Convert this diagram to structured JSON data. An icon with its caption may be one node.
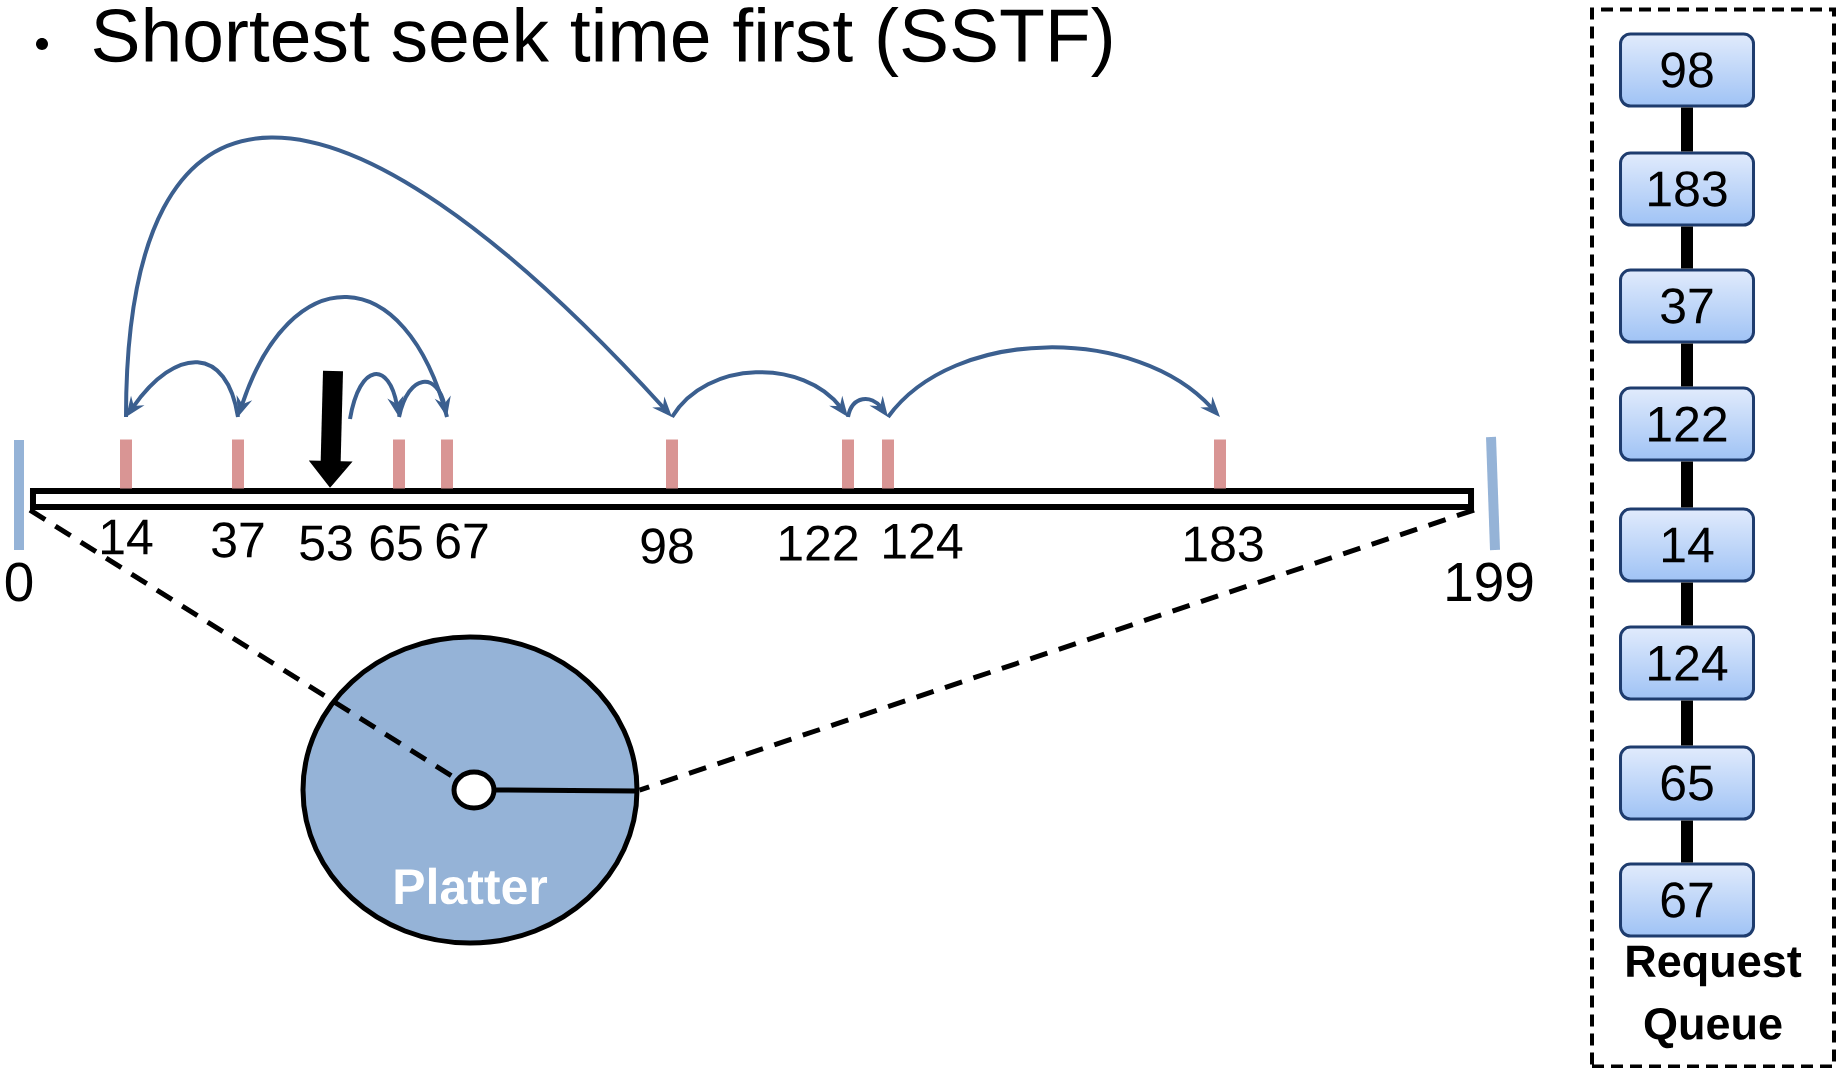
{
  "diagram": {
    "title": "Shortest seek time first (SSTF)",
    "nodes": [
      {
        "text": [],
        "shape": "bar"
      },
      {
        "text": [],
        "shape": "bar",
        "beside": [
          "14"
        ]
      },
      {
        "text": [],
        "shape": "bar",
        "beside": [
          "37"
        ]
      },
      {
        "text": [],
        "shape": "bar",
        "beside": [
          "65"
        ]
      },
      {
        "text": [],
        "shape": "bar",
        "beside": [
          "67"
        ]
      },
      {
        "text": [],
        "shape": "bar",
        "beside": [
          "98"
        ]
      },
      {
        "text": [],
        "shape": "bar",
        "beside": [
          "122"
        ]
      },
      {
        "text": [],
        "shape": "bar",
        "beside": [
          "124"
        ]
      },
      {
        "text": [],
        "shape": "bar",
        "beside": [
          "183"
        ]
      },
      {
        "text": [
          "Platter"
        ]
      },
      {
        "text": [],
        "shape": "circle",
        "in": 9
      },
      {
        "text": [
          "Request Queue"
        ]
      },
      {
        "text": [
          "98"
        ],
        "in": 11
      },
      {
        "text": [
          "183"
        ],
        "in": 11
      },
      {
        "text": [
          "37"
        ],
        "in": 11
      },
      {
        "text": [
          "122"
        ],
        "in": 11
      },
      {
        "text": [
          "14"
        ],
        "in": 11
      },
      {
        "text": [
          "124"
        ],
        "in": 11
      },
      {
        "text": [
          "65"
        ],
        "in": 11
      },
      {
        "text": [
          "67"
        ],
        "in": 11
      }
    ],
    "edges": [
      {
        "from": null,
        "to": 3,
        "arrow": "to",
        "color": "#3b5f8f"
      },
      {
        "from": 3,
        "to": 4,
        "arrow": "to",
        "color": "#3b5f8f"
      },
      {
        "from": 4,
        "to": 2,
        "arrow": "to",
        "color": "#3b5f8f"
      },
      {
        "from": 2,
        "to": 1,
        "arrow": "to",
        "color": "#3b5f8f"
      },
      {
        "from": 1,
        "to": 5,
        "arrow": "to",
        "color": "#3b5f8f"
      },
      {
        "from": 5,
        "to": 6,
        "arrow": "to",
        "color": "#3b5f8f"
      },
      {
        "from": 6,
        "to": 7,
        "arrow": "to",
        "color": "#3b5f8f"
      },
      {
        "from": 7,
        "to": 8,
        "arrow": "to",
        "color": "#3b5f8f"
      },
      {
        "from": 0,
        "to": 10,
        "arrow": "none",
        "style": "dashed"
      },
      {
        "from": 0,
        "to": 9,
        "arrow": "none",
        "style": "dashed"
      },
      {
        "from": 12,
        "to": 13,
        "arrow": "none",
        "style": "thick"
      },
      {
        "from": 13,
        "to": 14,
        "arrow": "none",
        "style": "thick"
      },
      {
        "from": 14,
        "to": 15,
        "arrow": "none",
        "style": "thick"
      },
      {
        "from": 15,
        "to": 16,
        "arrow": "none",
        "style": "thick"
      },
      {
        "from": 16,
        "to": 17,
        "arrow": "none",
        "style": "thick"
      },
      {
        "from": 17,
        "to": 18,
        "arrow": "none",
        "style": "thick"
      },
      {
        "from": 18,
        "to": 19,
        "arrow": "none",
        "style": "thick"
      },
      {
        "from": null,
        "to": 0,
        "arrow": "to",
        "style": "thick"
      }
    ],
    "labels": [
      "53",
      "0",
      "199"
    ]
  }
}
